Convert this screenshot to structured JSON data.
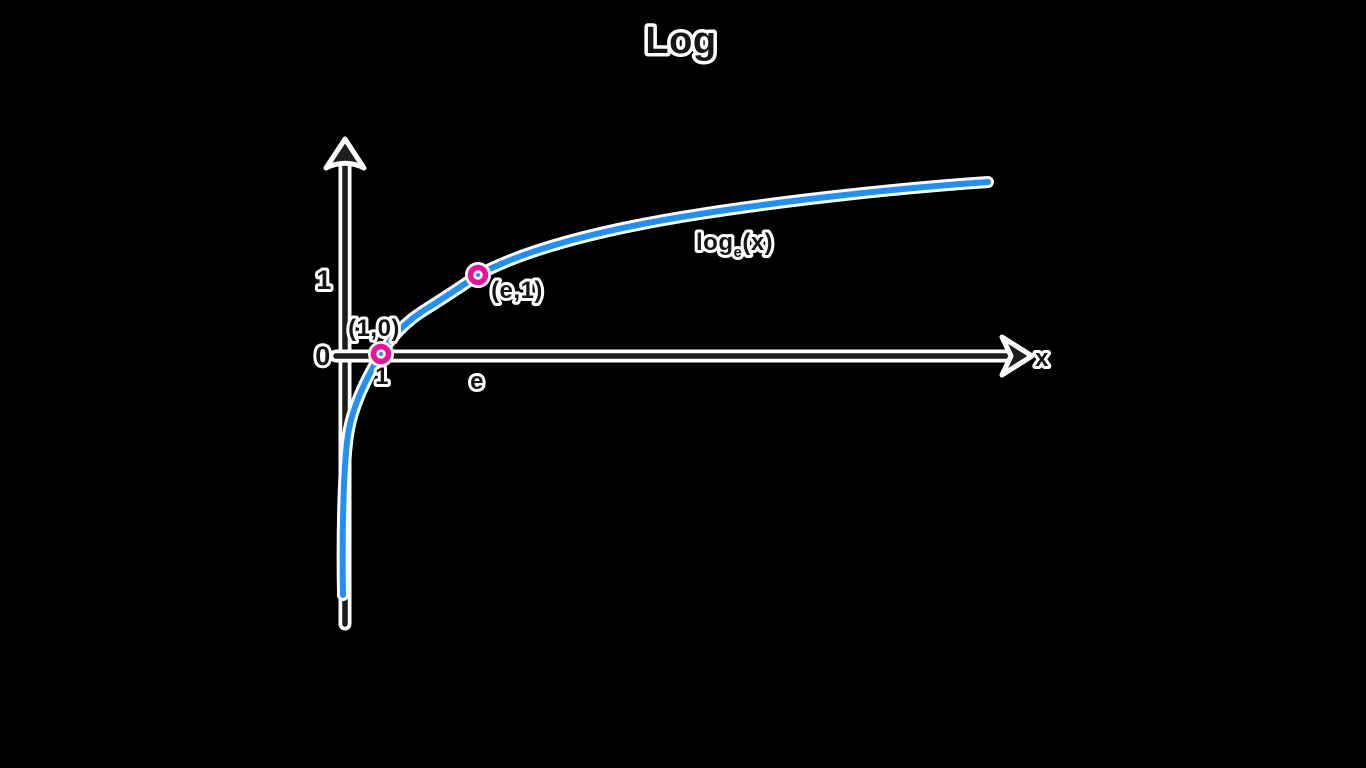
{
  "figure": {
    "title": "Log",
    "x_axis_label": "x",
    "origin_label": "0",
    "y_tick_1": "1",
    "x_tick_1": "1",
    "x_tick_e": "e",
    "point_1_label": "(1,0)",
    "point_e_label": "(e,1)",
    "curve_label": {
      "base": "log",
      "sub": "e",
      "arg": "(x)"
    }
  },
  "colors": {
    "background": "#000000",
    "outline": "#ffffff",
    "ink": "#1d1d1d",
    "curve": "#1e90ff",
    "marker": "#f00f9b"
  },
  "chart_data": {
    "type": "line",
    "title": "Log",
    "xlabel": "x",
    "ylabel": "",
    "grid": false,
    "legend": "none",
    "axes_style": "hand-drawn outlined arrows, origin at intersection",
    "x_ticks": [
      {
        "value": 1,
        "label": "1"
      },
      {
        "value": 2.718,
        "label": "e"
      }
    ],
    "y_ticks": [
      {
        "value": 0,
        "label": "0"
      },
      {
        "value": 1,
        "label": "1"
      }
    ],
    "series": [
      {
        "name": "log_e(x)",
        "function": "y = ln(x)",
        "x_range": [
          0.05,
          12
        ],
        "behavior": "vertical asymptote at x=0, increasing and concave down",
        "sample_points": [
          [
            0.1,
            -2.3
          ],
          [
            0.5,
            -0.69
          ],
          [
            1,
            0
          ],
          [
            2.718,
            1
          ],
          [
            7.4,
            2
          ],
          [
            12,
            2.48
          ]
        ]
      }
    ],
    "marked_points": [
      {
        "label": "(1,0)",
        "x": 1,
        "y": 0
      },
      {
        "label": "(e,1)",
        "x": 2.718,
        "y": 1
      }
    ],
    "annotations": [
      {
        "text": "log_e(x)",
        "placement": "below curve, upper right region"
      }
    ]
  }
}
